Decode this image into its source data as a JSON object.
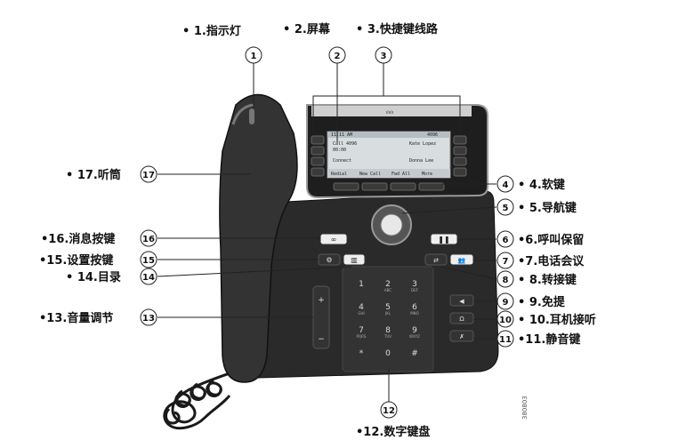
{
  "labels": {
    "l1": "• 1.指示灯",
    "l2": "• 2.屏幕",
    "l3": "• 3.快捷键线路",
    "l4": "• 4.软键",
    "l5": "• 5.导航键",
    "l6": "•6.呼叫保留",
    "l7": "•7.电话会议",
    "l8": "• 8.转接键",
    "l9": "• 9.免提",
    "l10": "• 10.耳机接听",
    "l11": "•11.静音键",
    "l12": "•12.数字键盘",
    "l13": "•13.音量调节",
    "l14": "• 14.目录",
    "l15": "•15.设置按键",
    "l16": "•16.消息按键",
    "l17": "• 17.听筒"
  },
  "callouts": {
    "c1": "1",
    "c2": "2",
    "c3": "3",
    "c4": "4",
    "c5": "5",
    "c6": "6",
    "c7": "7",
    "c8": "8",
    "c9": "9",
    "c10": "10",
    "c11": "11",
    "c12": "12",
    "c13": "13",
    "c14": "14",
    "c15": "15",
    "c16": "16",
    "c17": "17"
  },
  "screen": {
    "header_left": "11:11 AM",
    "header_right": "4096",
    "line1_left": "Call 4096",
    "line1_sub": "00:00",
    "line1_right": "Kate Lopez",
    "line2_left": "Connect",
    "line2_right": "Donna Lee",
    "softkeys": [
      "Redial",
      "New Call",
      "Fwd All",
      "More"
    ]
  },
  "keypad": {
    "keys": [
      "1",
      "2",
      "3",
      "4",
      "5",
      "6",
      "7",
      "8",
      "9",
      "*",
      "0",
      "#"
    ],
    "letters": [
      "",
      "ABC",
      "DEF",
      "GHI",
      "JKL",
      "MNO",
      "PQRS",
      "TUV",
      "WXYZ",
      "",
      "",
      ""
    ]
  },
  "volume": {
    "plus": "+",
    "minus": "−"
  },
  "figure_id": "380803"
}
